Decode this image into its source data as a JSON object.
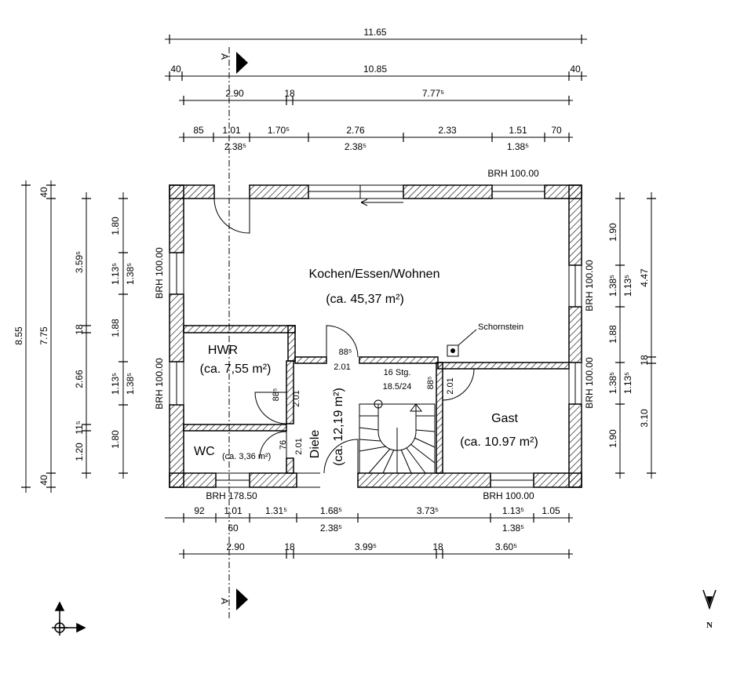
{
  "plan": {
    "rooms": {
      "kochen_name": "Kochen/Essen/Wohnen",
      "kochen_area": "(ca. 45,37 m²)",
      "hwr_name": "HWR",
      "hwr_area": "(ca. 7,55 m²)",
      "wc_name": "WC",
      "wc_area": "(ca. 3,36 m²)",
      "diele_name": "Diele",
      "diele_area": "(ca. 12,19 m²)",
      "gast_name": "Gast",
      "gast_area": "(ca. 10.97 m²)"
    },
    "stair": {
      "steps": "16 Stg.",
      "rise": "18.5/24"
    },
    "chimney": "Schornstein",
    "brh": {
      "top": "BRH 100.00",
      "bottom_left": "BRH 178.50",
      "bottom_right": "BRH 100.00",
      "left_upper": "BRH 100.00",
      "left_lower": "BRH 100.00",
      "right_upper": "BRH 100.00",
      "right_lower": "BRH 100.00"
    },
    "section_mark": "A",
    "north": "N",
    "dims": {
      "top_overall": "11.65",
      "top_inner": "10.85",
      "top_w1": "40",
      "top_w2": "40",
      "top_a1": "2.90",
      "top_a2": "18",
      "top_a3": "7.77⁵",
      "top_b": [
        "85",
        "1.01",
        "1.70⁵",
        "2.76",
        "2.33",
        "1.51",
        "70"
      ],
      "top_c": [
        "2.38⁵",
        "2.38⁵",
        "1.38⁵"
      ],
      "bot_a": [
        "92",
        "1.01",
        "1.31⁵",
        "1.68⁵",
        "3.73⁵",
        "1.13⁵",
        "1.05"
      ],
      "bot_b": [
        "60",
        "2.38⁵",
        "1.38⁵"
      ],
      "bot_c": [
        "2.90",
        "18",
        "3.99⁵",
        "18",
        "3.60⁵"
      ],
      "left_overall": "8.55",
      "left_inner": "7.75",
      "left_w1": "40",
      "left_w2": "40",
      "left_a": [
        "3.59⁵",
        "18",
        "2.66",
        "11⁵",
        "1.20"
      ],
      "left_b": [
        "1.80",
        "1.13⁵",
        "1.88",
        "1.13⁵",
        "1.80"
      ],
      "left_c": [
        "1.38⁵",
        "1.38⁵"
      ],
      "right_a": [
        "1.90",
        "1.38⁵",
        "1.88",
        "1.38⁵",
        "1.90"
      ],
      "right_b": [
        "1.13⁵",
        "1.13⁵"
      ],
      "right_c": [
        "4.47",
        "18",
        "3.10"
      ],
      "door_88a": "88⁵",
      "door_201a": "2.01",
      "door_88b": "88⁵",
      "door_201b": "2.01",
      "door_88c": "88⁵",
      "door_201c": "2.01",
      "door_76": "76",
      "door_201d": "2.01"
    }
  }
}
